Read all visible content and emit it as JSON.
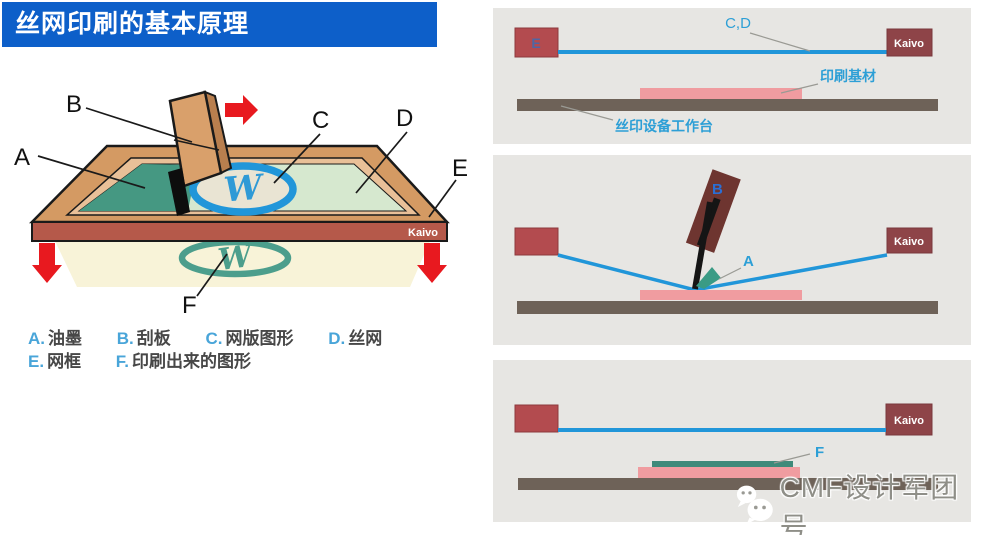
{
  "title": {
    "text": "丝网印刷的基本原理"
  },
  "brand": "Kaivo",
  "logo_letter": "W",
  "colors": {
    "title_bar_blue": "#0d5fc9",
    "screen_line_blue": "#2196d9",
    "ink_teal": "#459882",
    "frame_tan": "#d49a63",
    "frame_front_brown": "#b5594a",
    "substrate_pink": "#f09ca0",
    "worktable_gray": "#6e6258",
    "arrow_red": "#e8191f",
    "callout_label_blue": "#2d9fd6",
    "panel_background": "#e7e6e3",
    "maroon_block": "#b34b4f"
  },
  "main": {
    "callouts": {
      "a": "A",
      "b": "B",
      "c": "C",
      "d": "D",
      "e": "E",
      "f": "F"
    }
  },
  "legend": {
    "items": [
      {
        "key": "A.",
        "label": "油墨"
      },
      {
        "key": "B.",
        "label": "刮板"
      },
      {
        "key": "C.",
        "label": "网版图形"
      },
      {
        "key": "D.",
        "label": "丝网"
      },
      {
        "key": "E.",
        "label": "网框"
      },
      {
        "key": "F.",
        "label": "印刷出来的图形"
      }
    ]
  },
  "panels": {
    "p1": {
      "cd_label": "C,D",
      "e_label": "E",
      "substrate_label": "印刷基材",
      "worktable_label": "丝印设备工作台"
    },
    "p2": {
      "b_label": "B",
      "a_label": "A"
    },
    "p3": {
      "f_label": "F"
    }
  },
  "watermark": {
    "text": "CMF设计军团号"
  }
}
